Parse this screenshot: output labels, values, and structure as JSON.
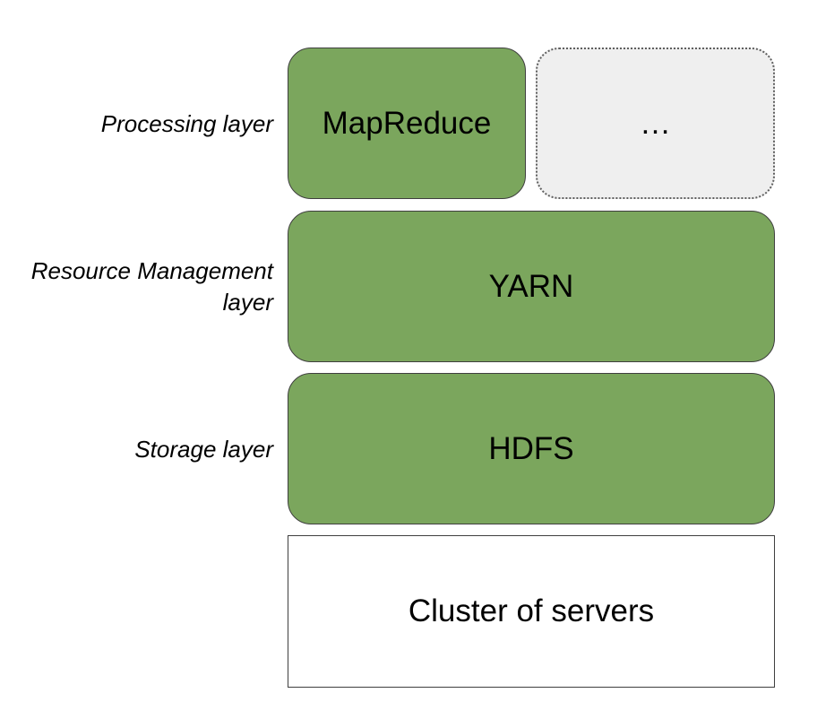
{
  "colors": {
    "component_fill": "#7ba65d",
    "placeholder_fill": "#efefef",
    "border": "#3f3f3f"
  },
  "labels": {
    "processing": "Processing layer",
    "resource_management_line1": "Resource Management",
    "resource_management_line2": "layer",
    "storage": "Storage layer"
  },
  "components": {
    "mapreduce": "MapReduce",
    "other": "…",
    "yarn": "YARN",
    "hdfs": "HDFS",
    "cluster": "Cluster of servers"
  }
}
